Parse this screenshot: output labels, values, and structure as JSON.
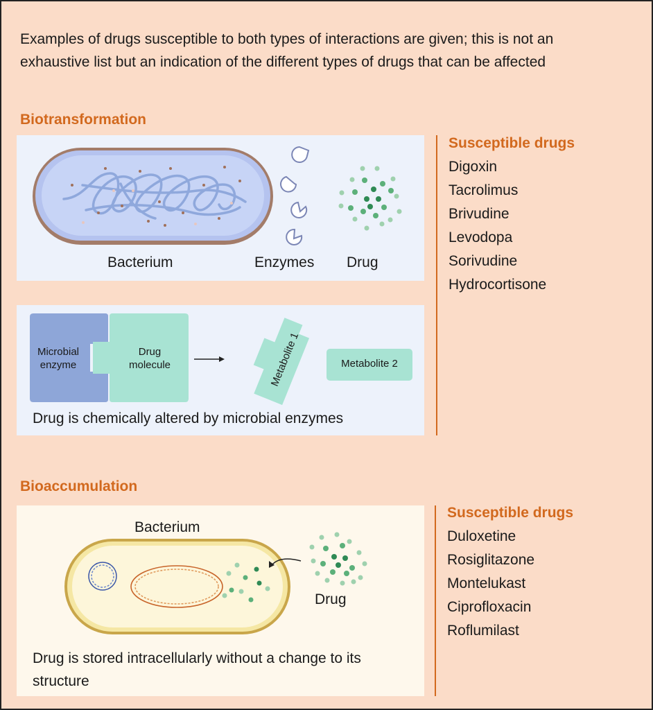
{
  "intro": "Examples of drugs susceptible to both types of interactions are given; this is not an exhaustive list but an indication of the different types of drugs that can be affected",
  "biotransformation": {
    "title": "Biotransformation",
    "labels": {
      "bacterium": "Bacterium",
      "enzymes": "Enzymes",
      "drug": "Drug"
    },
    "reaction": {
      "enzyme": "Microbial enzyme",
      "drug_molecule": "Drug molecule",
      "metabolite1": "Metabolite 1",
      "metabolite2": "Metabolite 2",
      "caption": "Drug is chemically altered by microbial enzymes"
    },
    "susceptible_title": "Susceptible drugs",
    "drugs": [
      "Digoxin",
      "Tacrolimus",
      "Brivudine",
      "Levodopa",
      "Sorivudine",
      "Hydrocortisone"
    ]
  },
  "bioaccumulation": {
    "title": "Bioaccumulation",
    "labels": {
      "bacterium": "Bacterium",
      "drug": "Drug"
    },
    "caption": "Drug is stored intracellularly without a change to its structure",
    "susceptible_title": "Susceptible drugs",
    "drugs": [
      "Duloxetine",
      "Rosiglitazone",
      "Montelukast",
      "Ciprofloxacin",
      "Roflumilast"
    ]
  },
  "colors": {
    "background": "#fbdcc8",
    "accent": "#d2691e",
    "biotransformation_panel": "#edf2fb",
    "bioaccumulation_panel": "#fef8ec",
    "enzyme_block": "#8ea6d8",
    "drug_block": "#a8e3d3"
  }
}
